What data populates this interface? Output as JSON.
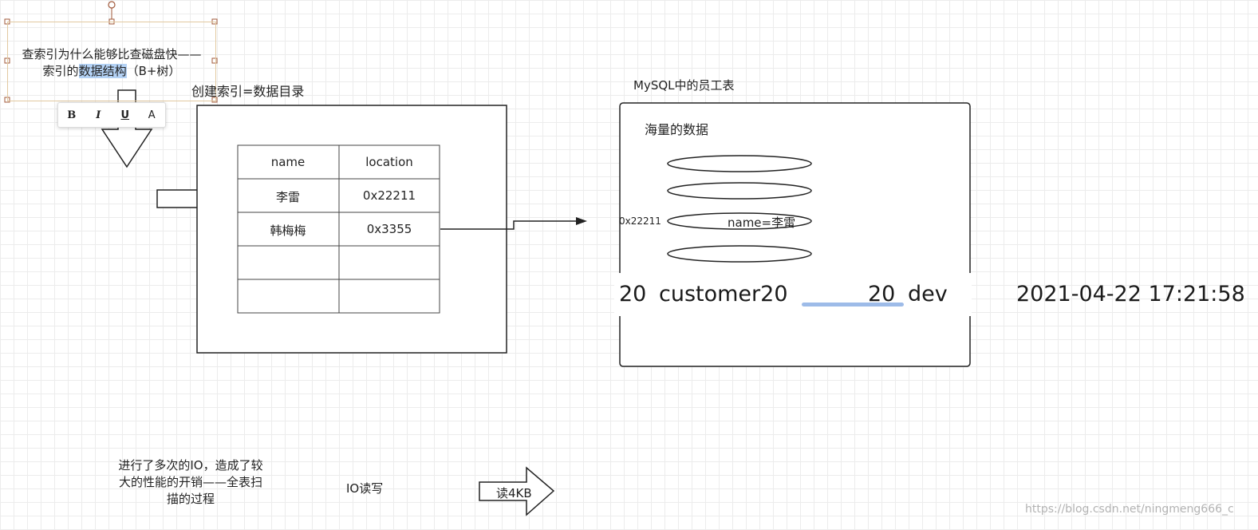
{
  "selected_text": {
    "line1": "查索引为什么能够比查磁盘快——",
    "line2_prefix": "索引的",
    "line2_highlight": "数据结构",
    "line2_suffix": "（B+树）"
  },
  "toolbar": {
    "bold": "B",
    "italic": "I",
    "underline": "U",
    "font": "A"
  },
  "index_label": "创建索引=数据目录",
  "index_table": {
    "headers": [
      "name",
      "location"
    ],
    "rows": [
      [
        "李雷",
        "0x22211"
      ],
      [
        "韩梅梅",
        "0x3355"
      ],
      [
        "",
        ""
      ],
      [
        "",
        ""
      ]
    ]
  },
  "employee_label": "MySQL中的员工表",
  "massive_data_label": "海量的数据",
  "address_label": "0x22211",
  "record_label": "name=李雷",
  "data_row": {
    "id": "20",
    "customer": "customer20",
    "num": "20",
    "dept": "dev",
    "datetime": "2021-04-22 17:21:58"
  },
  "io_note": {
    "line1": "进行了多次的IO，造成了较",
    "line2": "大的性能的开销——全表扫",
    "line3": "描的过程"
  },
  "io_rw_label": "IO读写",
  "read_arrow_label": "读4KB",
  "watermark": "https://blog.csdn.net/ningmeng666_c"
}
